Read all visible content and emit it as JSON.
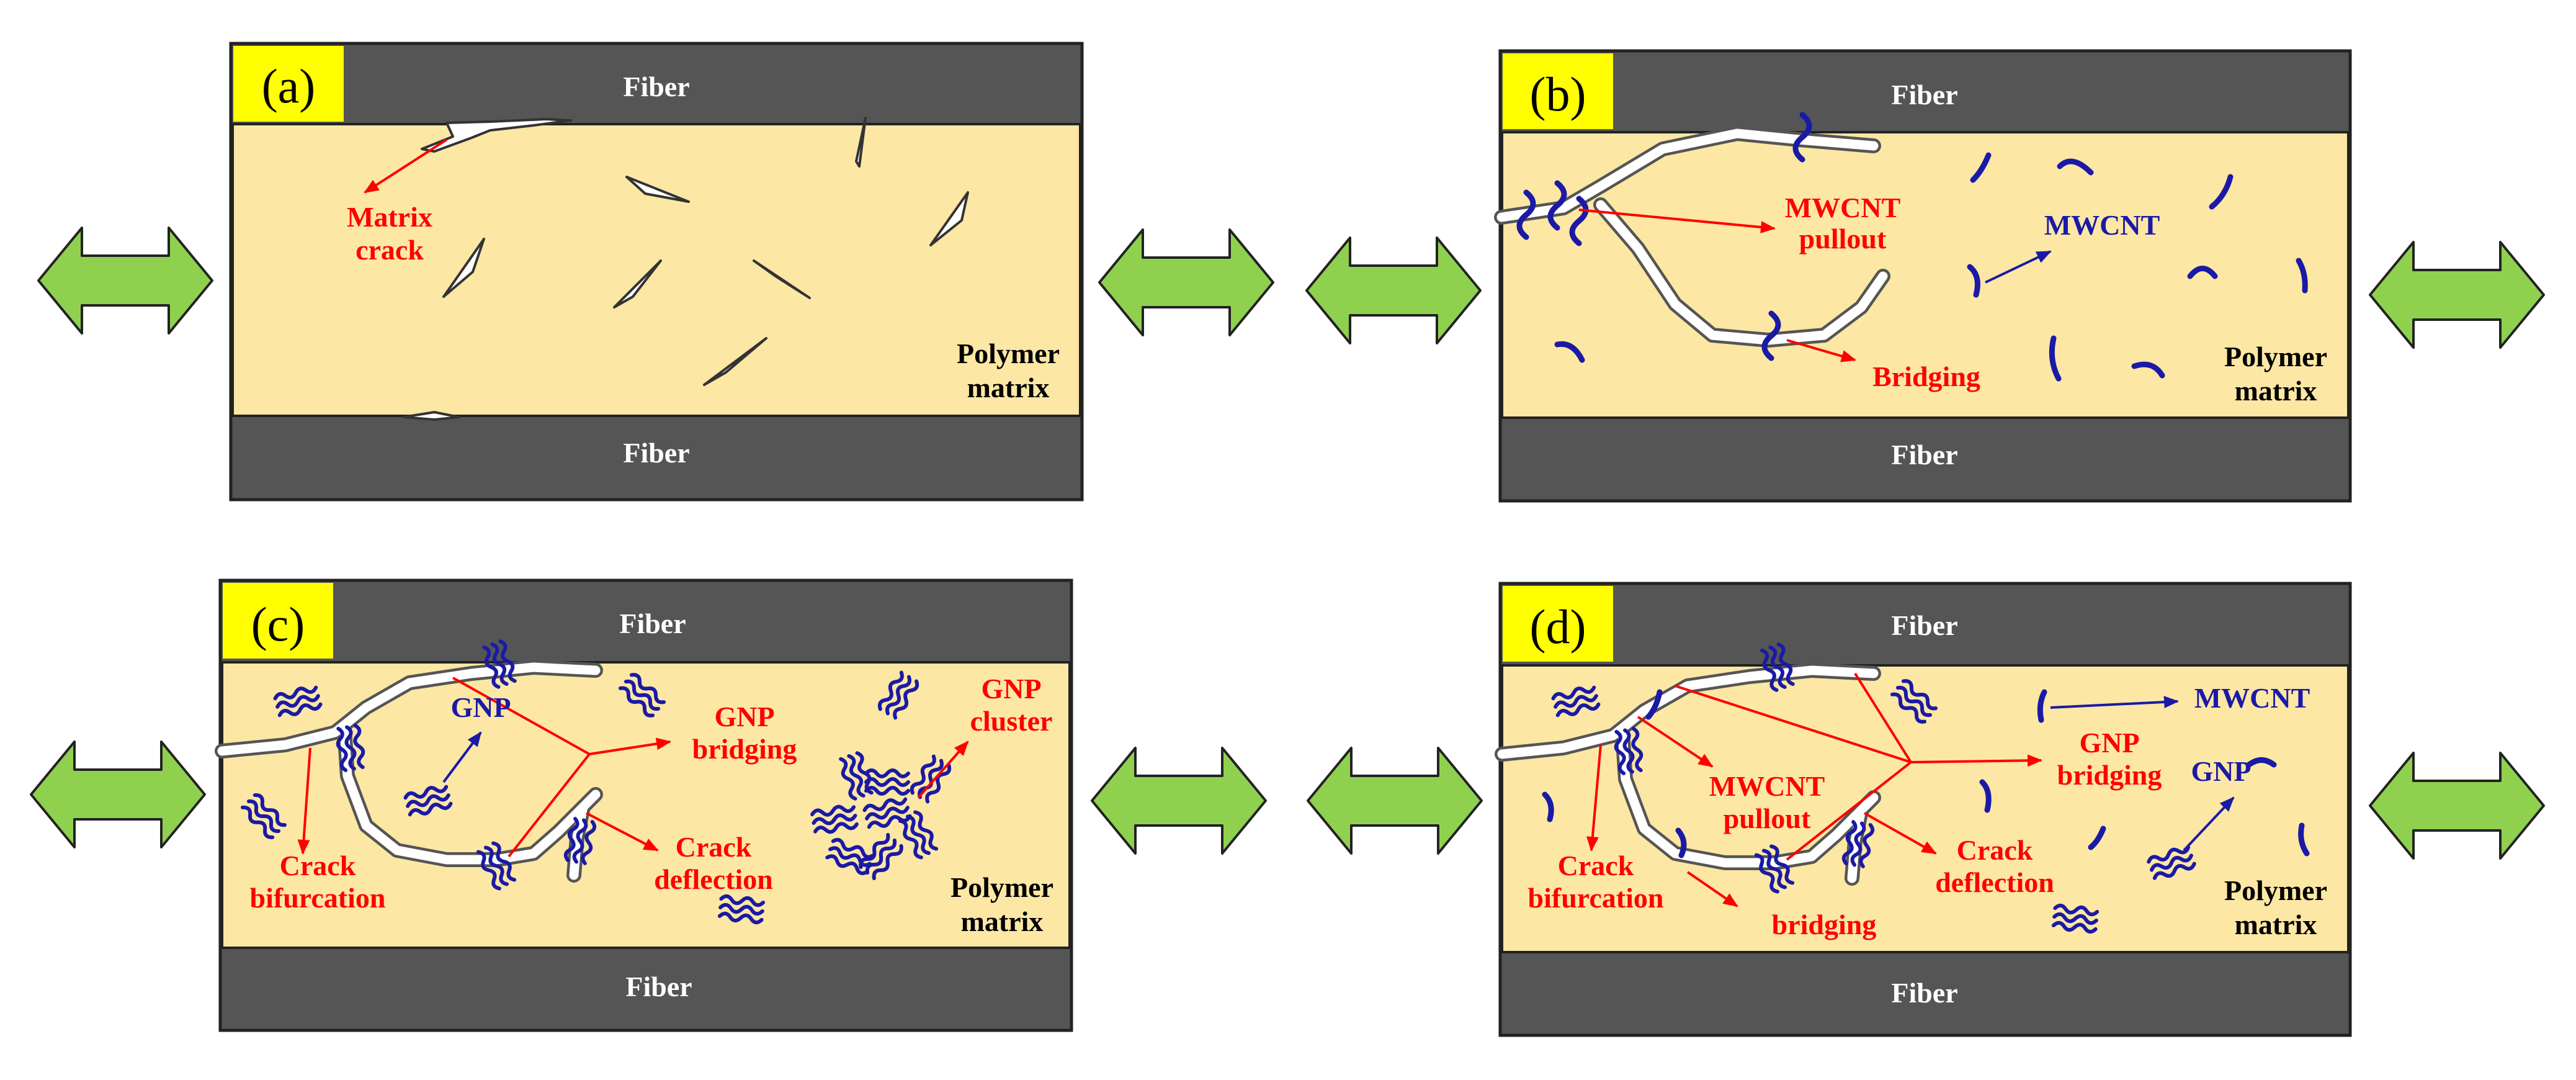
{
  "colors": {
    "fiber": "#555555",
    "matrix": "#fde7a4",
    "tag_bg": "#ffff00",
    "arrow_fill": "#8fd14f",
    "red_label": "#ff0000",
    "blue_label": "#1a1aa6"
  },
  "panels": {
    "a": {
      "tag": "(a)",
      "fiber_top": "Fiber",
      "fiber_bottom": "Fiber",
      "matrix_line1": "Polymer",
      "matrix_line2": "matrix",
      "matrix_crack_line1": "Matrix",
      "matrix_crack_line2": "crack"
    },
    "b": {
      "tag": "(b)",
      "fiber_top": "Fiber",
      "fiber_bottom": "Fiber",
      "matrix_line1": "Polymer",
      "matrix_line2": "matrix",
      "pullout_line1": "MWCNT",
      "pullout_line2": "pullout",
      "mwcnt": "MWCNT",
      "bridging": "Bridging"
    },
    "c": {
      "tag": "(c)",
      "fiber_top": "Fiber",
      "fiber_bottom": "Fiber",
      "matrix_line1": "Polymer",
      "matrix_line2": "matrix",
      "gnp": "GNP",
      "gnp_bridging_line1": "GNP",
      "gnp_bridging_line2": "bridging",
      "gnp_cluster_line1": "GNP",
      "gnp_cluster_line2": "cluster",
      "crack_bifurcation_line1": "Crack",
      "crack_bifurcation_line2": "bifurcation",
      "crack_deflection_line1": "Crack",
      "crack_deflection_line2": "deflection"
    },
    "d": {
      "tag": "(d)",
      "fiber_top": "Fiber",
      "fiber_bottom": "Fiber",
      "matrix_line1": "Polymer",
      "matrix_line2": "matrix",
      "mwcnt": "MWCNT",
      "gnp": "GNP",
      "gnp_bridging_line1": "GNP",
      "gnp_bridging_line2": "bridging",
      "mwcnt_pullout_line1": "MWCNT",
      "mwcnt_pullout_line2": "pullout",
      "crack_bifurcation_line1": "Crack",
      "crack_bifurcation_line2": "bifurcation",
      "crack_deflection_line1": "Crack",
      "crack_deflection_line2": "deflection",
      "bridging": "bridging"
    }
  },
  "icons": {
    "load_arrow": "double-headed-arrow-icon"
  }
}
